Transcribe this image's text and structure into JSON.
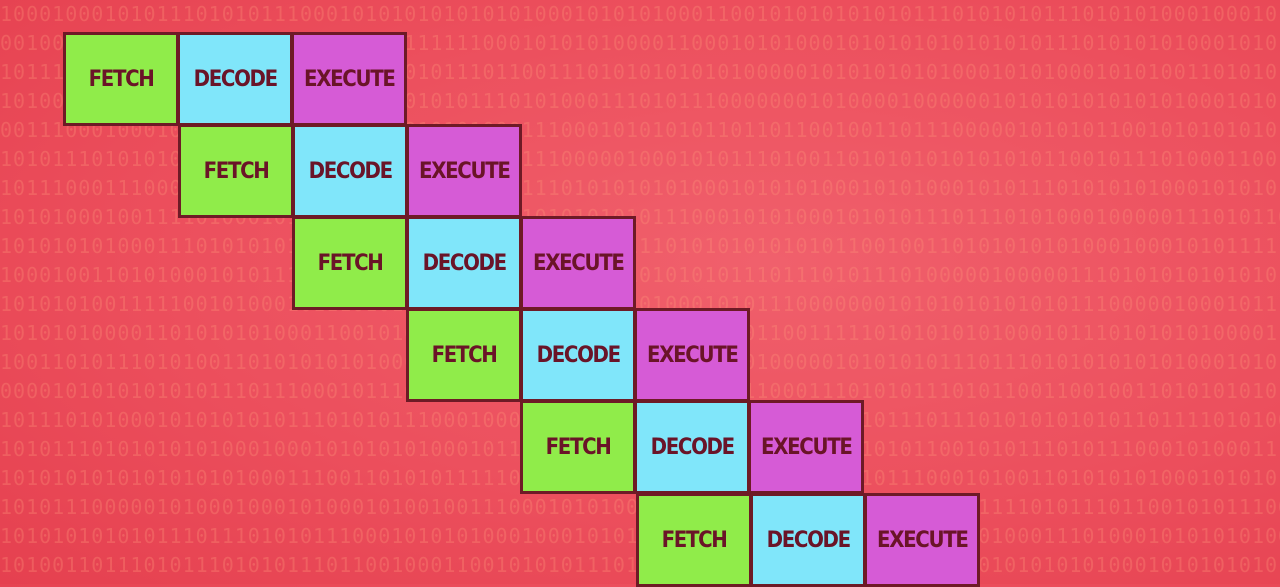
{
  "stage_labels": {
    "fetch": "FETCH",
    "decode": "DECODE",
    "execute": "EXECUTE"
  },
  "pipeline": {
    "instructions": [
      {
        "stages": [
          "fetch",
          "decode",
          "execute"
        ]
      },
      {
        "stages": [
          "fetch",
          "decode",
          "execute"
        ]
      },
      {
        "stages": [
          "fetch",
          "decode",
          "execute"
        ]
      },
      {
        "stages": [
          "fetch",
          "decode",
          "execute"
        ]
      },
      {
        "stages": [
          "fetch",
          "decode",
          "execute"
        ]
      },
      {
        "stages": [
          "fetch",
          "decode",
          "execute"
        ]
      }
    ]
  },
  "colors": {
    "fetch": "#90ec4a",
    "decode": "#80e6fa",
    "execute": "#d65bd6",
    "border": "#6e1a26",
    "label": "#6a1428",
    "background": "#ec4f5d"
  },
  "background_pattern": "binary-digits"
}
